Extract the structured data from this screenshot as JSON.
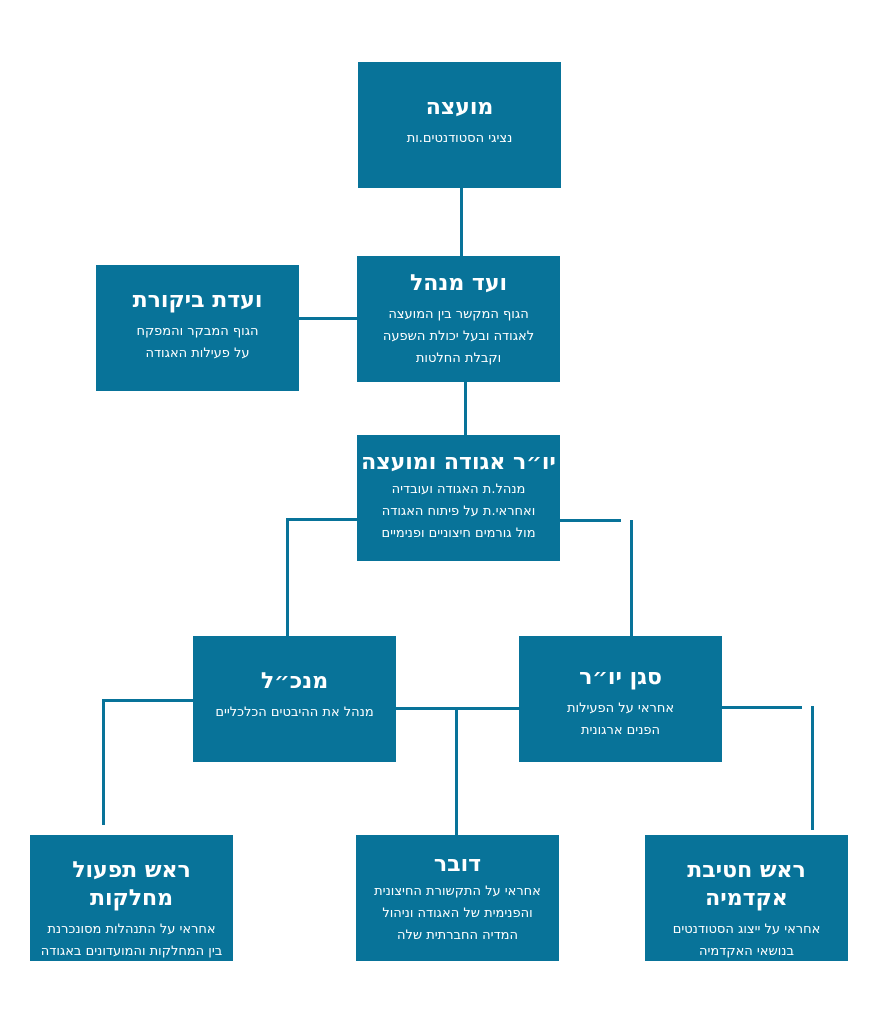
{
  "accent_color": "#087399",
  "nodes": {
    "council": {
      "title": "מועצה",
      "desc": "נציגי הסטודנטים.ות"
    },
    "board": {
      "title": "ועד מנהל",
      "desc": "הגוף המקשר בין המועצה\nלאגודה ובעל יכולת השפעה\nוקבלת החלטות"
    },
    "audit": {
      "title": "ועדת ביקורת",
      "desc": "הגוף המבקר והמפקח\nעל פעילות האגודה"
    },
    "chair": {
      "title": "יו״ר אגודה ומועצה",
      "desc": "מנהל.ת האגודה ועובדיה\nואחראי.ת על פיתוח האגודה\nמול גורמים חיצוניים ופנימיים"
    },
    "ceo": {
      "title": "מנכ״ל",
      "desc": "מנהל את ההיבטים הכלכליים"
    },
    "vice_chair": {
      "title": "סגן יו״ר",
      "desc": "אחראי על הפעילות\nהפנים ארגונית"
    },
    "departments": {
      "title": "ראש תפעול מחלקות",
      "desc": "אחראי על התנהלות מסונכרנת\nבין המחלקות והמועדונים באגודה"
    },
    "spokesperson": {
      "title": "דובר",
      "desc": "אחראי על התקשורת החיצונית\nוהפנימית של האגודה וניהול\nהמדיה החברתית שלה"
    },
    "academia": {
      "title": "ראש חטיבת אקדמיה",
      "desc": "אחראי על ייצוג הסטודנטים\nבנושאי האקדמיה"
    }
  }
}
